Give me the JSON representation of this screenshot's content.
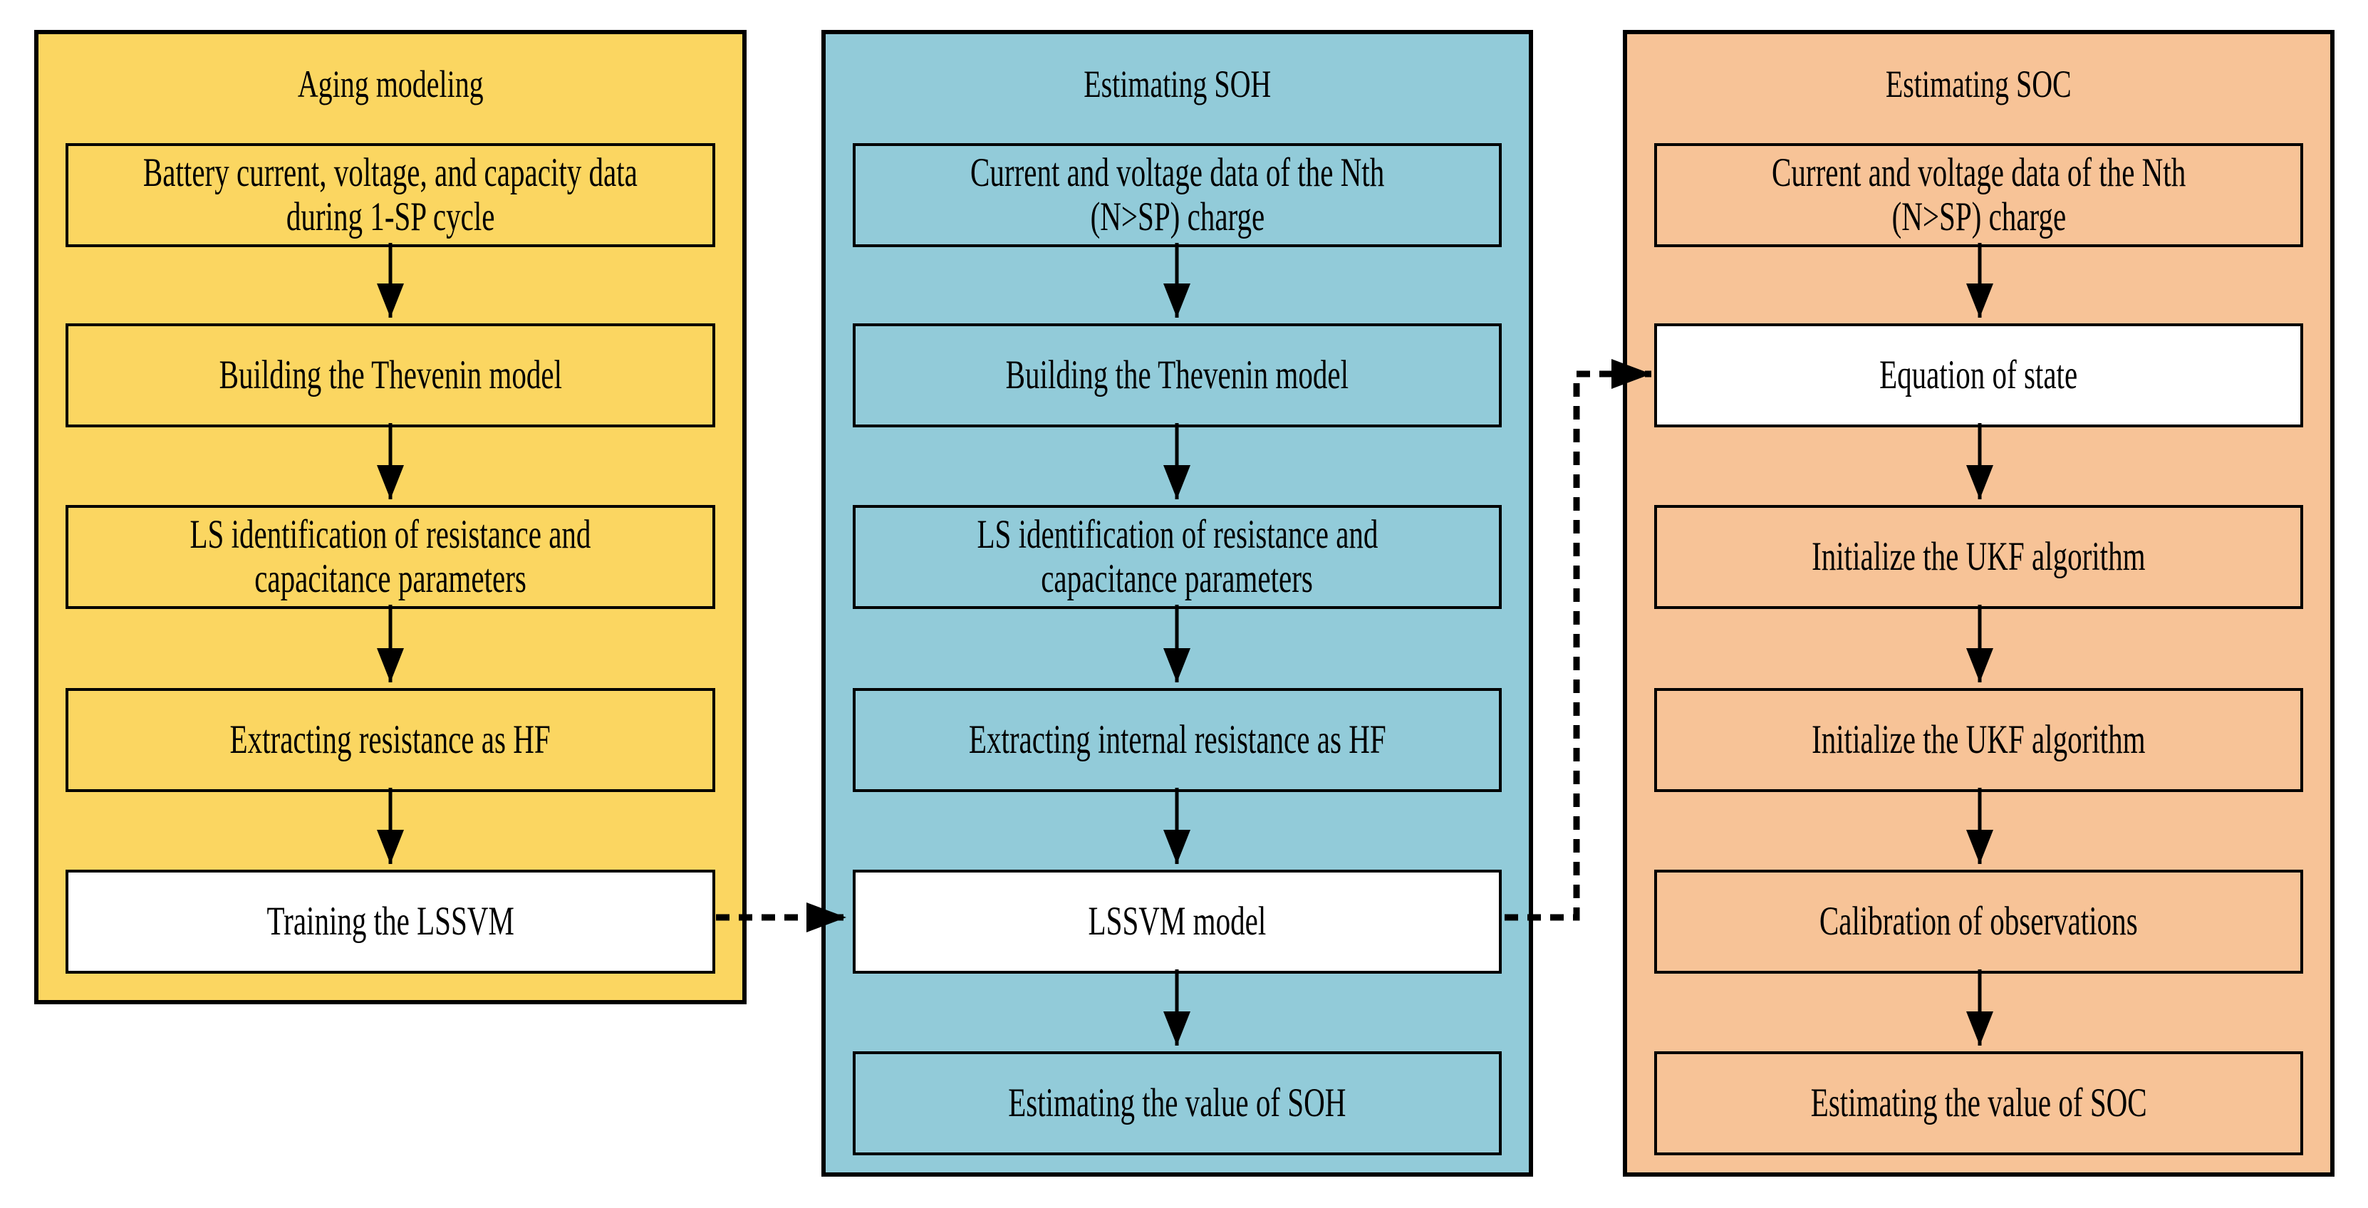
{
  "panels": [
    {
      "id": "aging",
      "title": "Aging modeling",
      "fill": "#FBD661",
      "boxes": [
        {
          "lines": [
            "Battery current, voltage,  and capacity data",
            "during 1-SP cycle"
          ],
          "white": false
        },
        {
          "lines": [
            "Building the Thevenin model"
          ],
          "white": false
        },
        {
          "lines": [
            "LS identification of resistance and",
            "capacitance parameters"
          ],
          "white": false
        },
        {
          "lines": [
            "Extracting resistance as HF"
          ],
          "white": false
        },
        {
          "lines": [
            "Training the LSSVM"
          ],
          "white": true
        }
      ]
    },
    {
      "id": "soh",
      "title": "Estimating SOH",
      "fill": "#92CBD9",
      "boxes": [
        {
          "lines": [
            "Current and voltage data of the Nth",
            "(N>SP) charge"
          ],
          "white": false
        },
        {
          "lines": [
            "Building the Thevenin model"
          ],
          "white": false
        },
        {
          "lines": [
            "LS identification of resistance and",
            "capacitance parameters"
          ],
          "white": false
        },
        {
          "lines": [
            "Extracting internal resistance as HF"
          ],
          "white": false
        },
        {
          "lines": [
            "LSSVM model"
          ],
          "white": true
        },
        {
          "lines": [
            "Estimating the value of SOH"
          ],
          "white": false
        }
      ]
    },
    {
      "id": "soc",
      "title": "Estimating SOC",
      "fill": "#F7C397",
      "boxes": [
        {
          "lines": [
            "Current and voltage data of the Nth",
            "(N>SP) charge"
          ],
          "white": false
        },
        {
          "lines": [
            "Equation of state"
          ],
          "white": true
        },
        {
          "lines": [
            "Initialize the UKF algorithm"
          ],
          "white": false
        },
        {
          "lines": [
            "Initialize the UKF algorithm"
          ],
          "white": false
        },
        {
          "lines": [
            "Calibration of observations"
          ],
          "white": false
        },
        {
          "lines": [
            "Estimating the value of SOC"
          ],
          "white": false
        }
      ]
    },
    null
  ],
  "edges": [
    {
      "from": "Training the LSSVM",
      "to": "LSSVM model",
      "style": "dashed"
    },
    {
      "from": "LSSVM model",
      "to": "Equation of state",
      "style": "dashed"
    }
  ],
  "flow_note": "solid arrows connect each box to the next box below within every panel"
}
